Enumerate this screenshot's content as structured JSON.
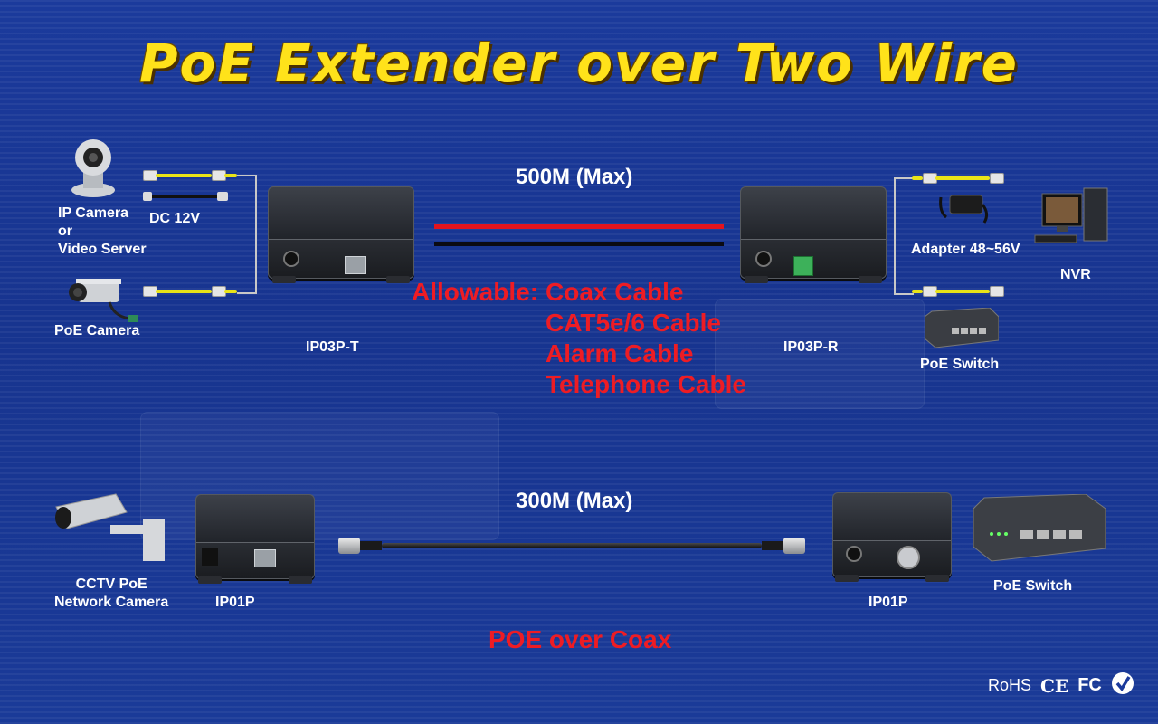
{
  "title": "PoE Extender over Two Wire",
  "top_section": {
    "distance": "500M (Max)",
    "left_devices": {
      "ip_camera": "IP Camera\nor\nVideo Server",
      "dc_label": "DC 12V",
      "poe_camera": "PoE Camera"
    },
    "transmitter": "IP03P-T",
    "receiver": "IP03P-R",
    "allowable_label": "Allowable:",
    "allowable_cables": [
      "Coax Cable",
      "CAT5e/6 Cable",
      "Alarm Cable",
      "Telephone Cable"
    ],
    "right_devices": {
      "adapter": "Adapter 48~56V",
      "nvr": "NVR",
      "poe_switch": "PoE Switch"
    },
    "wire_colors": {
      "red": "#e3141e",
      "black": "#0b0b12"
    }
  },
  "bottom_section": {
    "distance": "300M (Max)",
    "camera": "CCTV PoE\nNetwork Camera",
    "left_unit": "IP01P",
    "right_unit": "IP01P",
    "switch": "PoE Switch",
    "caption": "POE over Coax"
  },
  "certifications": {
    "rohs": "RoHS",
    "ce": "CE",
    "fc": "FC",
    "check_icon": "check-circle-icon"
  },
  "colors": {
    "background": "#1b3a9c",
    "title": "#ffe21a",
    "accent_red": "#ee1c24"
  }
}
